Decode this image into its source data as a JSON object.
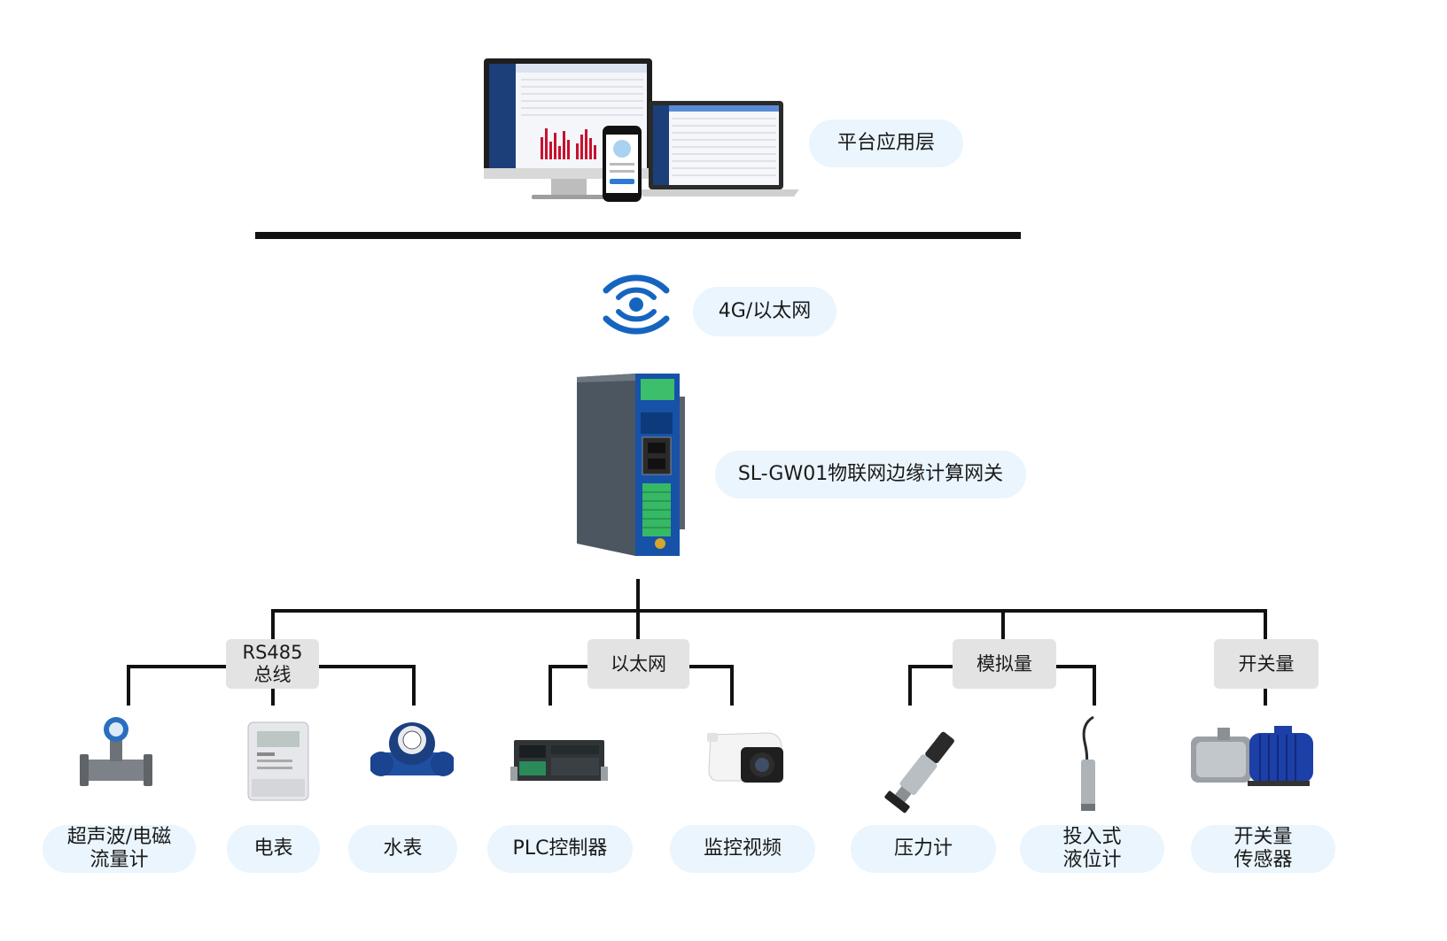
{
  "platform": {
    "label": "平台应用层"
  },
  "network": {
    "label": "4G/以太网"
  },
  "gateway": {
    "label": "SL-GW01物联网边缘计算网关"
  },
  "buses": [
    {
      "label": "RS485\n总线"
    },
    {
      "label": "以太网"
    },
    {
      "label": "模拟量"
    },
    {
      "label": "开关量"
    }
  ],
  "devices": [
    {
      "label": "超声波/电磁\n流量计",
      "icon": "flowmeter-icon"
    },
    {
      "label": "电表",
      "icon": "electric-meter-icon"
    },
    {
      "label": "水表",
      "icon": "water-meter-icon"
    },
    {
      "label": "PLC控制器",
      "icon": "plc-icon"
    },
    {
      "label": "监控视频",
      "icon": "camera-icon"
    },
    {
      "label": "压力计",
      "icon": "pressure-gauge-icon"
    },
    {
      "label": "投入式\n液位计",
      "icon": "level-sensor-icon"
    },
    {
      "label": "开关量\n传感器",
      "icon": "pump-icon"
    }
  ],
  "colors": {
    "accent": "#1565c0",
    "pill": "#eaf5fd",
    "tag": "#e3e3e3",
    "line": "#111111"
  }
}
